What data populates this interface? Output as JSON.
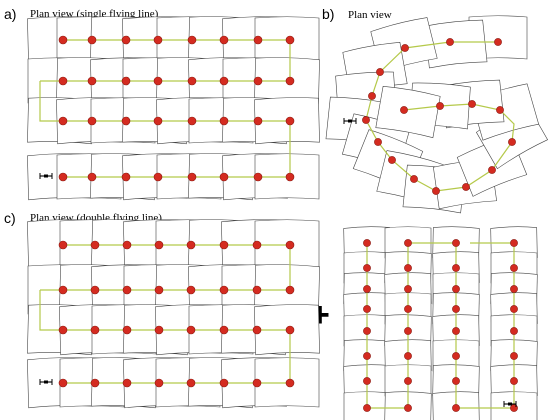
{
  "panels": {
    "a": {
      "letter": "a)",
      "title": "Plan view (single flying line)"
    },
    "b": {
      "letter": "b)",
      "title": "Plan view"
    },
    "c": {
      "letter": "c)",
      "title": "Plan view (double flying line)"
    },
    "plus": "+"
  },
  "colors": {
    "frame": "#444444",
    "flight_line": "#b5c94a",
    "waypoint": "#d42b20",
    "waypoint_edge": "#8a1a12"
  },
  "icons": [
    "drone-icon",
    "waypoint-marker",
    "image-footprint"
  ]
}
